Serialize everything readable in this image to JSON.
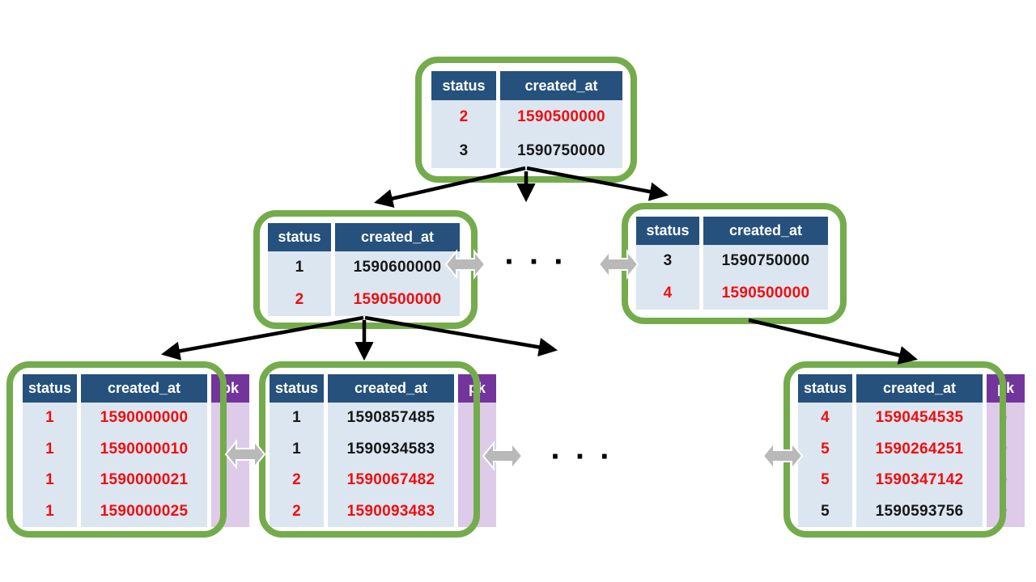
{
  "diagram_type": "btree-index",
  "columns": {
    "status": "status",
    "created_at": "created_at",
    "pk": "pk"
  },
  "ellipsis": {
    "label": "· · ·"
  },
  "colors": {
    "header_blue": "#25517c",
    "row_light_blue": "#dce6f1",
    "pk_header_purple": "#73359c",
    "pk_row_light_purple": "#ddcbe9",
    "frame_green": "#74ac4c",
    "connector_gray": "#b9b9b9",
    "highlight_red": "#f20d0d",
    "arrow_black": "#000000"
  },
  "nodes": {
    "root": {
      "rows": [
        {
          "status": "2",
          "created_at": "1590500000",
          "highlight": true
        },
        {
          "status": "3",
          "created_at": "1590750000",
          "highlight": false
        }
      ]
    },
    "internal_left": {
      "rows": [
        {
          "status": "1",
          "created_at": "1590600000",
          "highlight": false
        },
        {
          "status": "2",
          "created_at": "1590500000",
          "highlight": true
        }
      ]
    },
    "internal_right": {
      "rows": [
        {
          "status": "3",
          "created_at": "1590750000",
          "highlight": false
        },
        {
          "status": "4",
          "created_at": "1590500000",
          "highlight": true
        }
      ]
    },
    "leaf_left": {
      "rows": [
        {
          "status": "1",
          "created_at": "1590000000",
          "pk": "",
          "highlight": true
        },
        {
          "status": "1",
          "created_at": "1590000010",
          "pk": "",
          "highlight": true
        },
        {
          "status": "1",
          "created_at": "1590000021",
          "pk": "",
          "highlight": true
        },
        {
          "status": "1",
          "created_at": "1590000025",
          "pk": "",
          "highlight": true
        }
      ]
    },
    "leaf_middle": {
      "rows": [
        {
          "status": "1",
          "created_at": "1590857485",
          "pk": "",
          "highlight": false
        },
        {
          "status": "1",
          "created_at": "1590934583",
          "pk": "",
          "highlight": false
        },
        {
          "status": "2",
          "created_at": "1590067482",
          "pk": "",
          "highlight": true
        },
        {
          "status": "2",
          "created_at": "1590093483",
          "pk": "",
          "highlight": true
        }
      ]
    },
    "leaf_right": {
      "rows": [
        {
          "status": "4",
          "created_at": "1590454535",
          "pk": "·",
          "highlight": true
        },
        {
          "status": "5",
          "created_at": "1590264251",
          "pk": "·",
          "highlight": true
        },
        {
          "status": "5",
          "created_at": "1590347142",
          "pk": "·",
          "highlight": true
        },
        {
          "status": "5",
          "created_at": "1590593756",
          "pk": "·",
          "highlight": false
        }
      ]
    }
  }
}
